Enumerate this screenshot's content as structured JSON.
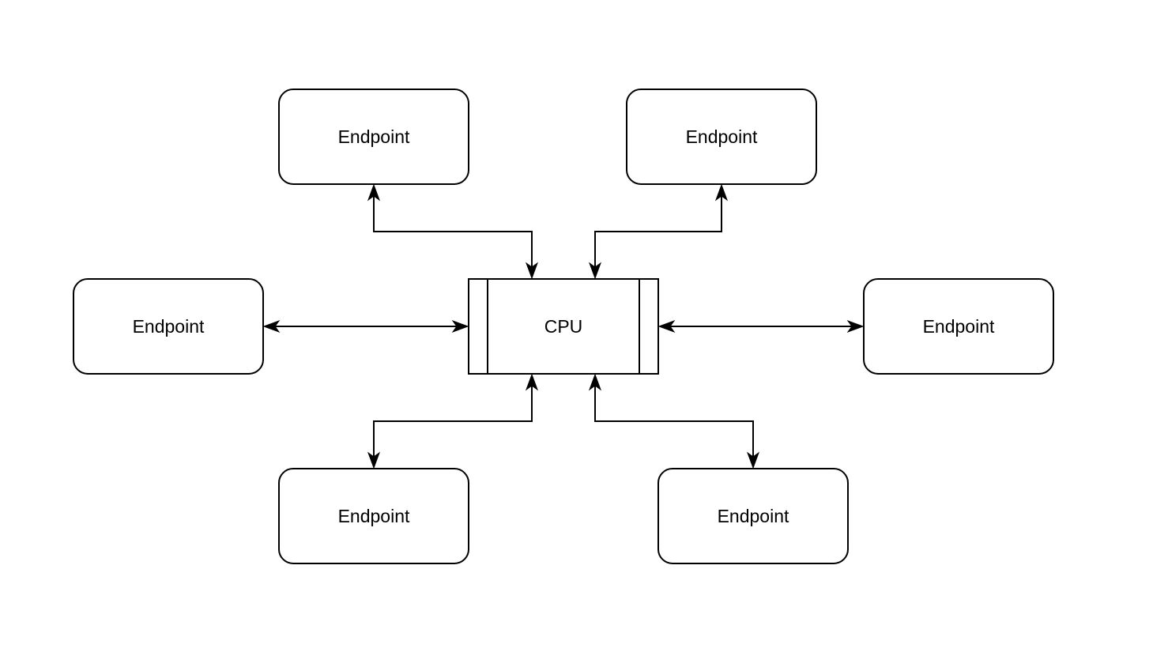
{
  "diagram": {
    "nodes": [
      {
        "id": "cpu",
        "label": "CPU",
        "shape": "process"
      },
      {
        "id": "ep-top-left",
        "label": "Endpoint",
        "shape": "rounded-rect"
      },
      {
        "id": "ep-top-right",
        "label": "Endpoint",
        "shape": "rounded-rect"
      },
      {
        "id": "ep-left",
        "label": "Endpoint",
        "shape": "rounded-rect"
      },
      {
        "id": "ep-right",
        "label": "Endpoint",
        "shape": "rounded-rect"
      },
      {
        "id": "ep-bottom-left",
        "label": "Endpoint",
        "shape": "rounded-rect"
      },
      {
        "id": "ep-bottom-right",
        "label": "Endpoint",
        "shape": "rounded-rect"
      }
    ],
    "edges": [
      {
        "from": "cpu",
        "to": "ep-top-left",
        "direction": "bidirectional"
      },
      {
        "from": "cpu",
        "to": "ep-top-right",
        "direction": "bidirectional"
      },
      {
        "from": "cpu",
        "to": "ep-left",
        "direction": "bidirectional"
      },
      {
        "from": "cpu",
        "to": "ep-right",
        "direction": "bidirectional"
      },
      {
        "from": "cpu",
        "to": "ep-bottom-left",
        "direction": "bidirectional"
      },
      {
        "from": "cpu",
        "to": "ep-bottom-right",
        "direction": "bidirectional"
      }
    ],
    "colors": {
      "stroke": "#000000",
      "fill": "#ffffff",
      "text": "#000000"
    }
  }
}
